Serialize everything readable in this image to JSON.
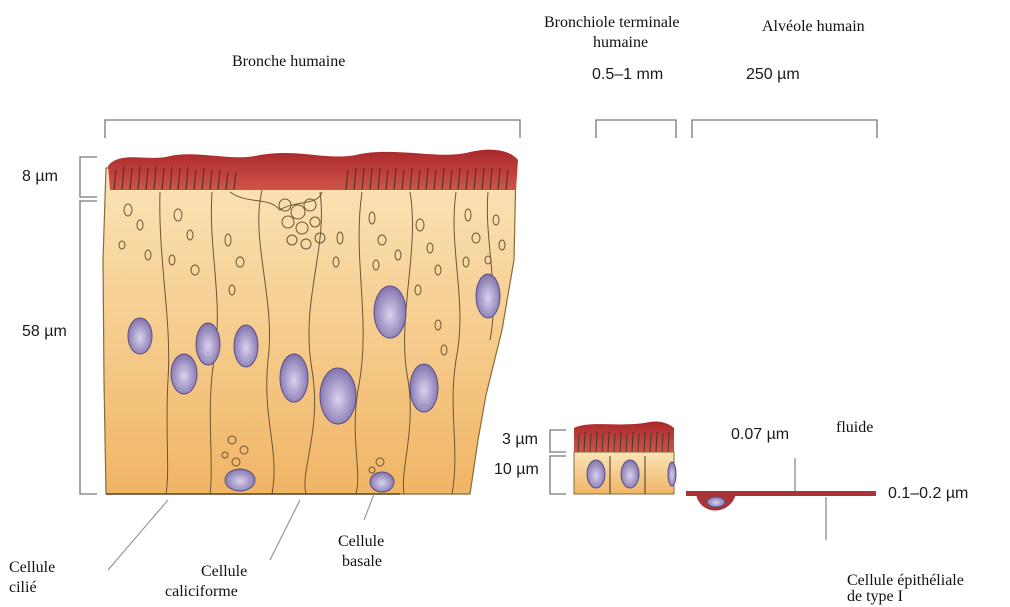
{
  "titles": {
    "bronche": "Bronche humaine",
    "bronchiole_l1": "Bronchiole terminale",
    "bronchiole_l2": "humaine",
    "alveole": "Alvéole humain"
  },
  "scales": {
    "bronchiole_width": "0.5–1 mm",
    "alveole_width": "250 µm"
  },
  "thickness": {
    "bronche_cilia": "8 µm",
    "bronche_epithelium": "58 µm",
    "bronchiole_cilia": "3 µm",
    "bronchiole_epithelium": "10 µm",
    "alveole_fluid": "0.07 µm",
    "alveole_cell": "0.1–0.2 µm"
  },
  "cells": {
    "ciliated_l1": "Cellule",
    "ciliated_l2": "cilié",
    "goblet_l1": "Cellule",
    "goblet_l2": "caliciforme",
    "basal_l1": "Cellule",
    "basal_l2": "basale",
    "type1_l1": "Cellule épithéliale",
    "type1_l2": "de type I",
    "fluid": "fluide"
  },
  "colors": {
    "mucus": "#b8322e",
    "cytoplasm": "#f3c47e",
    "nucleus": "#8c7fb4",
    "outline": "#6b5636"
  }
}
